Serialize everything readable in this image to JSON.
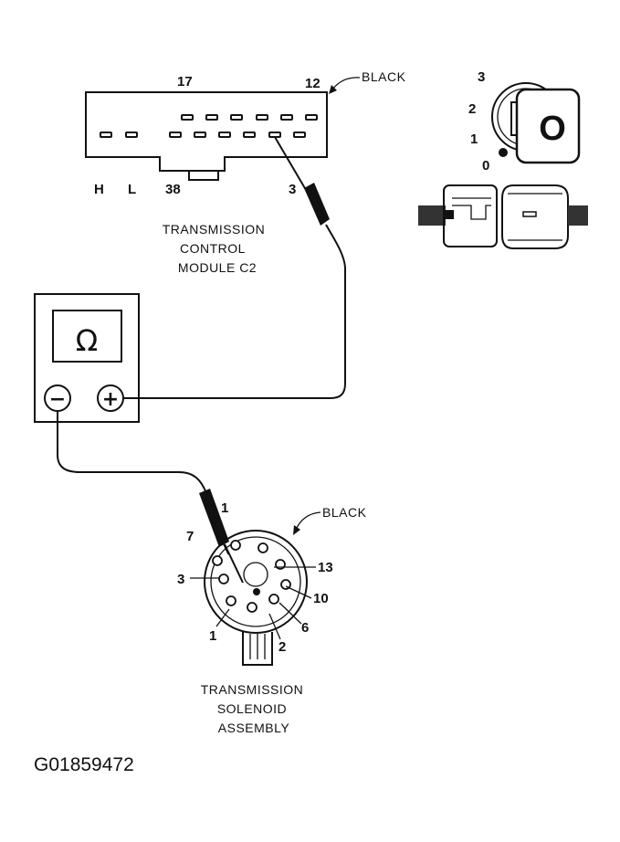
{
  "tcm_connector": {
    "pin_left": "17",
    "pin_right": "12",
    "color_label": "BLACK",
    "bottom_labels": [
      "H",
      "L",
      "38",
      "3"
    ],
    "caption_lines": [
      "TRANSMISSION",
      "CONTROL",
      "MODULE C2"
    ]
  },
  "ignition_switch": {
    "positions": [
      "3",
      "2",
      "1",
      "0"
    ],
    "key_letter": "O"
  },
  "ohmmeter": {
    "symbol": "Ω",
    "negative": "−",
    "positive": "+"
  },
  "solenoid_connector": {
    "color_label": "BLACK",
    "pin_labels": [
      "1",
      "7",
      "3",
      "13",
      "10",
      "6",
      "2",
      "1"
    ],
    "caption_lines": [
      "TRANSMISSION",
      "SOLENOID",
      "ASSEMBLY"
    ]
  },
  "figure_id": "G01859472"
}
